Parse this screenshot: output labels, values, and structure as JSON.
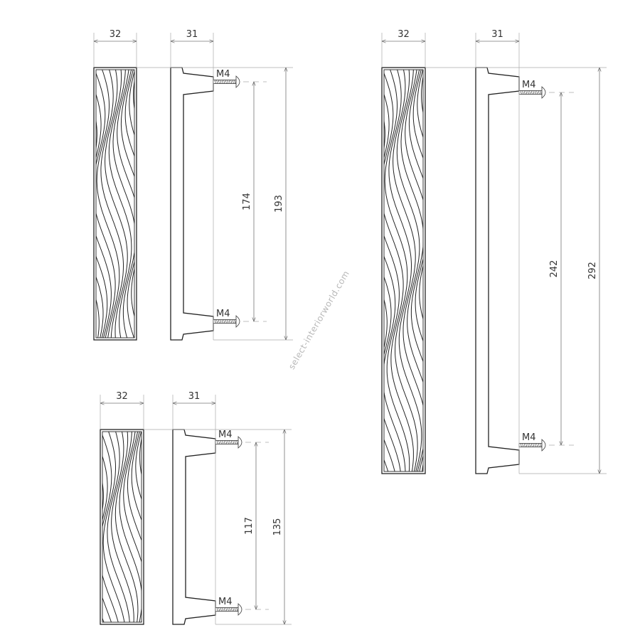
{
  "handles": [
    {
      "id": "medium",
      "front_width": "32",
      "side_depth": "31",
      "hole_spacing": "174",
      "length": "193",
      "screw_top": "M4",
      "screw_bottom": "M4"
    },
    {
      "id": "small",
      "front_width": "32",
      "side_depth": "31",
      "hole_spacing": "117",
      "length": "135",
      "screw_top": "M4",
      "screw_bottom": "M4"
    },
    {
      "id": "large",
      "front_width": "32",
      "side_depth": "31",
      "hole_spacing": "242",
      "length": "292",
      "screw_top": "M4",
      "screw_bottom": "M4"
    }
  ],
  "watermark": "select-interiorworld.com"
}
